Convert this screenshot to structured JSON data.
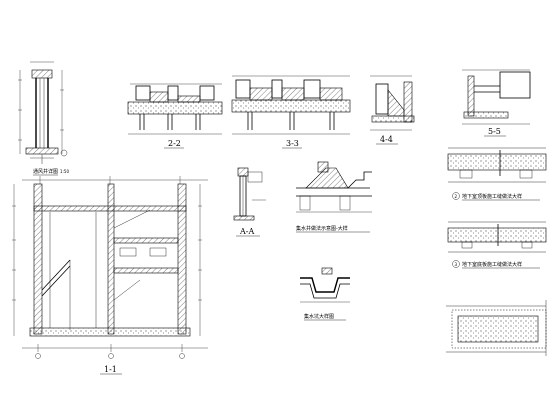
{
  "sheet": {
    "detail_vent_shaft": {
      "title": "通风井详图",
      "scale": "1:50"
    },
    "section_2_2": {
      "label": "2-2"
    },
    "section_3_3": {
      "label": "3-3"
    },
    "section_4_4": {
      "label": "4-4"
    },
    "section_5_5": {
      "label": "5-5"
    },
    "section_a_a": {
      "label": "A-A"
    },
    "section_1_1": {
      "label": "1-1"
    },
    "stair_detail": {
      "title": "集水井做法示意图-大样"
    },
    "sump_detail": {
      "title": "集水坑大样图"
    },
    "slab_detail_2": {
      "marker": "2",
      "title": "地下室顶板施工缝做法大样"
    },
    "slab_detail_3": {
      "marker": "3",
      "title": "地下室底板施工缝做法大样"
    },
    "colors": {
      "line": "#000000",
      "background": "#ffffff"
    }
  }
}
